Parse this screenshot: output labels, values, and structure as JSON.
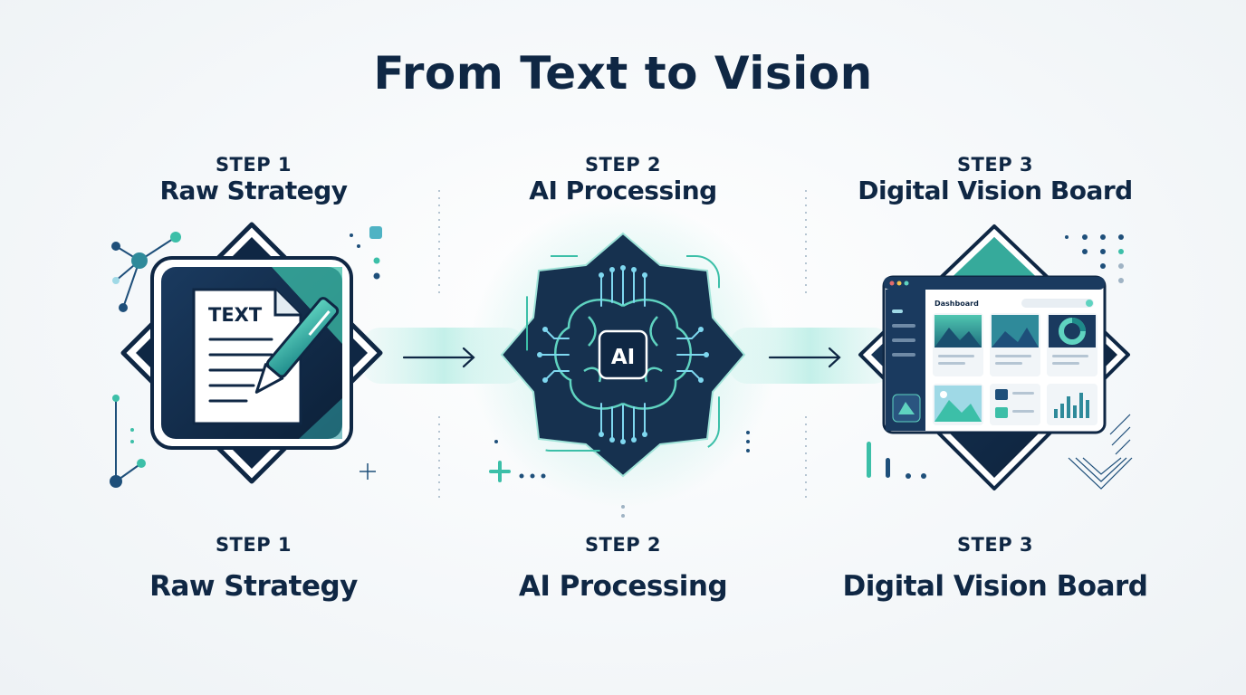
{
  "title": "From Text to Vision",
  "steps": [
    {
      "number": "STEP 1",
      "name": "Raw Strategy",
      "icon": "document-pen-icon",
      "doc_label": "TEXT"
    },
    {
      "number": "STEP 2",
      "name": "AI Processing",
      "icon": "ai-brain-chip-icon",
      "chip_label": "AI"
    },
    {
      "number": "STEP 3",
      "name": "Digital Vision Board",
      "icon": "dashboard-window-icon",
      "dashboard_label": "Dashboard"
    }
  ],
  "colors": {
    "navy": "#0f2744",
    "teal": "#2fb8a4",
    "mint": "#8fe3d6",
    "blue": "#1e4f7a"
  }
}
